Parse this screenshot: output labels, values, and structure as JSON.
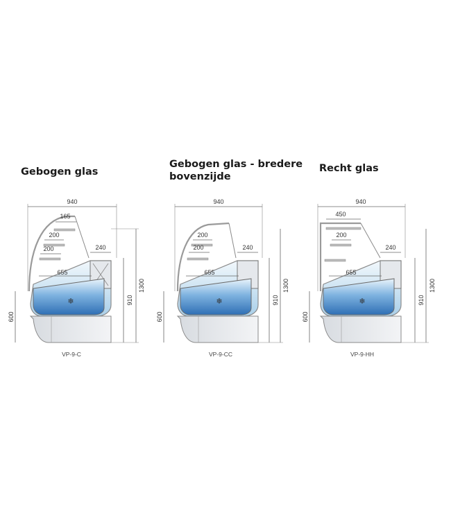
{
  "titles": {
    "curved": "Gebogen glas",
    "wide_line1": "Gebogen glas - bredere",
    "wide_line2": "bovenzijde",
    "straight": "Recht glas"
  },
  "units": [
    {
      "model": "VP-9-C",
      "dims": {
        "width": "940",
        "shelf_top": "165",
        "shelf_mid": "200",
        "shelf_low": "200",
        "rear": "240",
        "depth": "655",
        "counter": "910",
        "total": "1300",
        "base": "600"
      }
    },
    {
      "model": "VP-9-CC",
      "dims": {
        "width": "940",
        "shelf_mid": "200",
        "shelf_low": "200",
        "rear": "240",
        "depth": "655",
        "counter": "910",
        "total": "1300",
        "base": "600"
      }
    },
    {
      "model": "VP-9-HH",
      "dims": {
        "width": "940",
        "shelf_top": "450",
        "shelf_mid": "200",
        "rear": "240",
        "depth": "655",
        "counter": "910",
        "total": "1300",
        "base": "600"
      }
    }
  ],
  "colors": {
    "outline": "#8a8a8a",
    "glass_fill": "#c9e4f3",
    "tray_dark": "#3a7cc0",
    "tray_light": "#e8f3fb",
    "base_fill": "#e9ebee",
    "wall_fill": "#b8bec4"
  },
  "icons": [
    "snowflake-icon",
    "snowflake-icon",
    "snowflake-icon"
  ]
}
